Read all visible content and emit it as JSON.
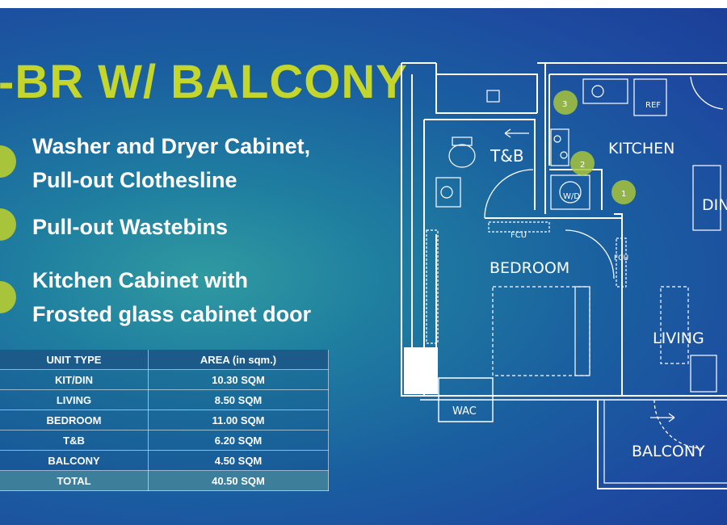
{
  "slide": {
    "title": "-BR W/ BALCONY",
    "features": [
      {
        "line1": "Washer and Dryer Cabinet,",
        "line2": "Pull-out Clothesline"
      },
      {
        "line1": "Pull-out Wastebins",
        "line2": ""
      },
      {
        "line1": "Kitchen Cabinet with",
        "line2": "Frosted glass cabinet door"
      }
    ]
  },
  "area_table": {
    "headers": [
      "UNIT TYPE",
      "AREA (in sqm.)"
    ],
    "rows": [
      [
        "KIT/DIN",
        "10.30 SQM"
      ],
      [
        "LIVING",
        "8.50 SQM"
      ],
      [
        "BEDROOM",
        "11.00 SQM"
      ],
      [
        "T&B",
        "6.20 SQM"
      ],
      [
        "BALCONY",
        "4.50 SQM"
      ]
    ],
    "total": [
      "TOTAL",
      "40.50 SQM"
    ]
  },
  "floor_plan": {
    "rooms": {
      "kitchen": "KITCHEN",
      "tb": "T&B",
      "bedroom": "BEDROOM",
      "living": "LIVING",
      "balcony": "BALCONY",
      "dining": "DIN"
    },
    "fixtures": {
      "ref": "REF",
      "wd": "W/D",
      "fcu1": "FCU",
      "fcu2": "FCU",
      "wac": "WAC"
    },
    "markers": [
      "1",
      "2",
      "3"
    ],
    "marker_color": "#a7c43a"
  },
  "colors": {
    "title": "#c4d62b",
    "accent": "#a7c43a",
    "text": "#ffffff"
  }
}
